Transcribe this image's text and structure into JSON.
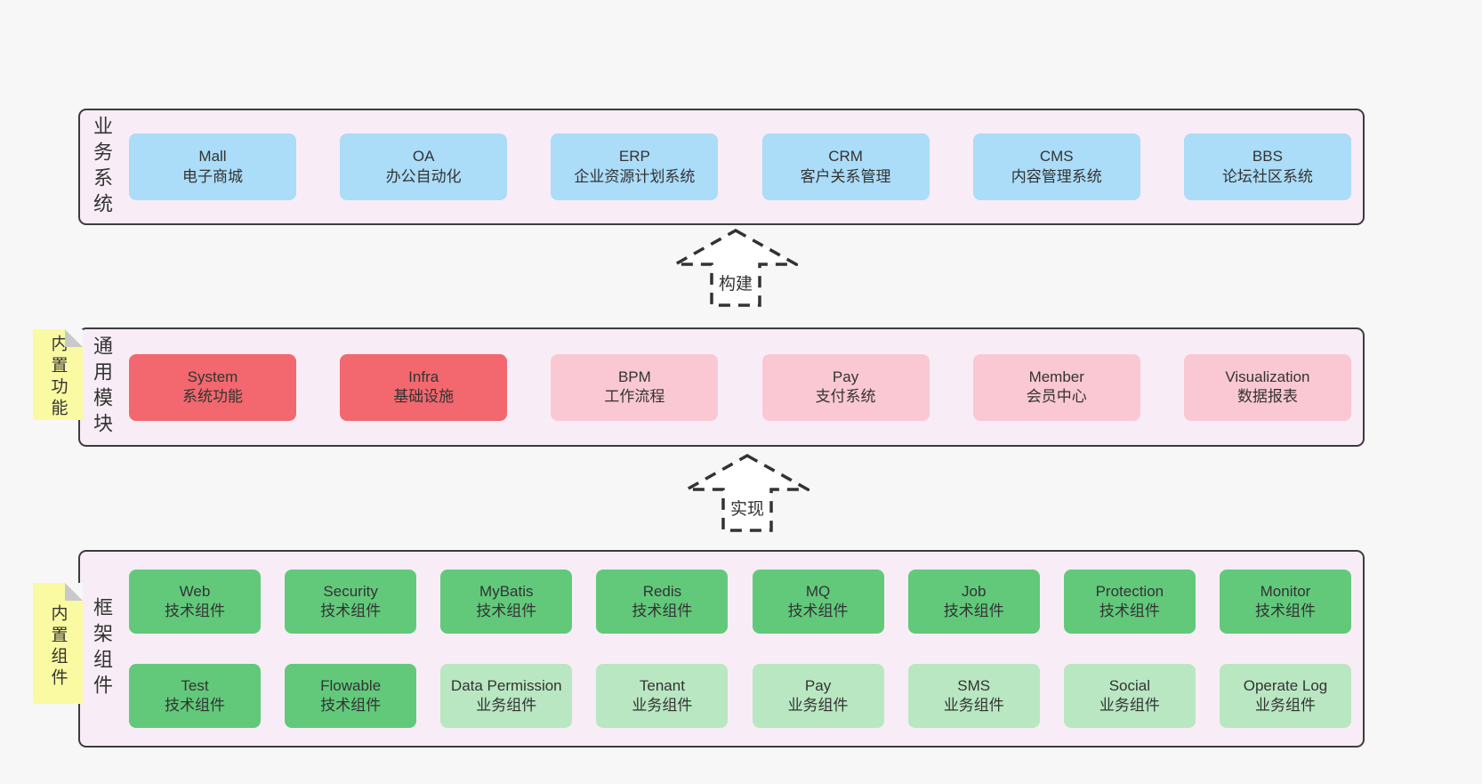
{
  "colors": {
    "page_bg": "#f7f7f7",
    "band_bg": "#f8edf6",
    "band_border": "#3c3c3c",
    "blue_box": "#abdcf8",
    "red_box": "#f2686e",
    "pink_box": "#fac8d2",
    "green_dark_box": "#62c97b",
    "green_light_box": "#b9e7c2",
    "sticky_yellow": "#fafaa2",
    "sticky_fold": "#c9c9c9",
    "text": "#333333"
  },
  "arrows": [
    {
      "label": "构建"
    },
    {
      "label": "实现"
    }
  ],
  "bands": [
    {
      "label": "业务系统",
      "sticky": null,
      "boxes": [
        {
          "title": "Mall",
          "subtitle": "电子商城",
          "variant": "blue"
        },
        {
          "title": "OA",
          "subtitle": "办公自动化",
          "variant": "blue"
        },
        {
          "title": "ERP",
          "subtitle": "企业资源计划系统",
          "variant": "blue"
        },
        {
          "title": "CRM",
          "subtitle": "客户关系管理",
          "variant": "blue"
        },
        {
          "title": "CMS",
          "subtitle": "内容管理系统",
          "variant": "blue"
        },
        {
          "title": "BBS",
          "subtitle": "论坛社区系统",
          "variant": "blue"
        }
      ]
    },
    {
      "label": "通用模块",
      "sticky": "内置功能",
      "boxes": [
        {
          "title": "System",
          "subtitle": "系统功能",
          "variant": "red"
        },
        {
          "title": "Infra",
          "subtitle": "基础设施",
          "variant": "red"
        },
        {
          "title": "BPM",
          "subtitle": "工作流程",
          "variant": "pink"
        },
        {
          "title": "Pay",
          "subtitle": "支付系统",
          "variant": "pink"
        },
        {
          "title": "Member",
          "subtitle": "会员中心",
          "variant": "pink"
        },
        {
          "title": "Visualization",
          "subtitle": "数据报表",
          "variant": "pink"
        }
      ]
    },
    {
      "label": "框架组件",
      "sticky": "内置组件",
      "boxes": [
        {
          "title": "Web",
          "subtitle": "技术组件",
          "variant": "green-dark"
        },
        {
          "title": "Security",
          "subtitle": "技术组件",
          "variant": "green-dark"
        },
        {
          "title": "MyBatis",
          "subtitle": "技术组件",
          "variant": "green-dark"
        },
        {
          "title": "Redis",
          "subtitle": "技术组件",
          "variant": "green-dark"
        },
        {
          "title": "MQ",
          "subtitle": "技术组件",
          "variant": "green-dark"
        },
        {
          "title": "Job",
          "subtitle": "技术组件",
          "variant": "green-dark"
        },
        {
          "title": "Protection",
          "subtitle": "技术组件",
          "variant": "green-dark"
        },
        {
          "title": "Monitor",
          "subtitle": "技术组件",
          "variant": "green-dark"
        },
        {
          "title": "Test",
          "subtitle": "技术组件",
          "variant": "green-dark"
        },
        {
          "title": "Flowable",
          "subtitle": "技术组件",
          "variant": "green-dark"
        },
        {
          "title": "Data Permission",
          "subtitle": "业务组件",
          "variant": "green-light"
        },
        {
          "title": "Tenant",
          "subtitle": "业务组件",
          "variant": "green-light"
        },
        {
          "title": "Pay",
          "subtitle": "业务组件",
          "variant": "green-light"
        },
        {
          "title": "SMS",
          "subtitle": "业务组件",
          "variant": "green-light"
        },
        {
          "title": "Social",
          "subtitle": "业务组件",
          "variant": "green-light"
        },
        {
          "title": "Operate Log",
          "subtitle": "业务组件",
          "variant": "green-light"
        }
      ]
    }
  ]
}
